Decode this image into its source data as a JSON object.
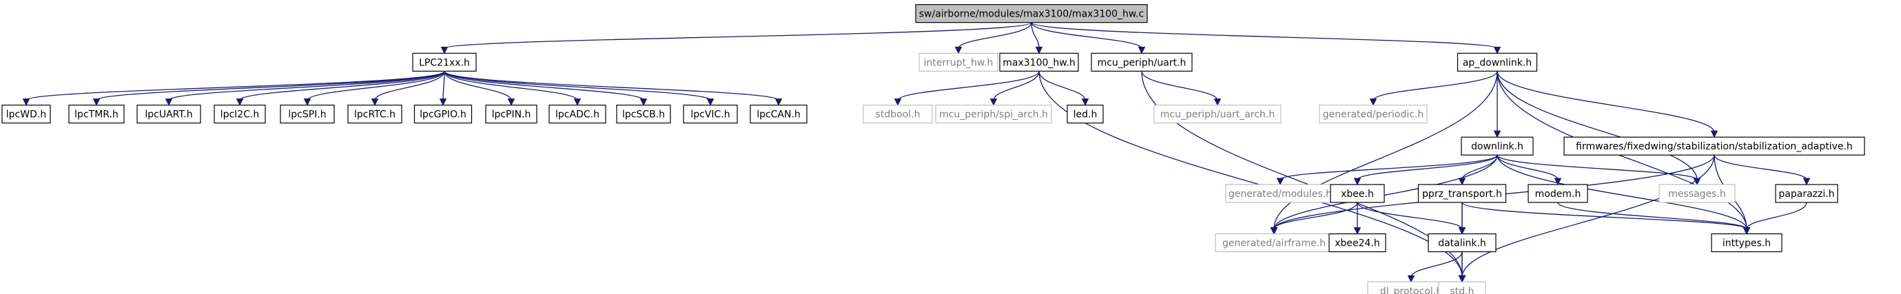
{
  "diagram": {
    "colors": {
      "edge": "#191970",
      "root_fill": "#bfbfbf",
      "node_border": "#000000",
      "external_border": "#bfbfbf",
      "external_text": "#7f7f7f"
    },
    "nodes": [
      {
        "id": "root",
        "label": "sw/airborne/modules/max3100/max3100_hw.c",
        "kind": "root"
      },
      {
        "id": "lpc21xx",
        "label": "LPC21xx.h",
        "kind": "file"
      },
      {
        "id": "interrupt_hw",
        "label": "interrupt_hw.h",
        "kind": "external"
      },
      {
        "id": "max3100_hw_h",
        "label": "max3100_hw.h",
        "kind": "file"
      },
      {
        "id": "uart_h",
        "label": "mcu_periph/uart.h",
        "kind": "file"
      },
      {
        "id": "ap_downlink",
        "label": "ap_downlink.h",
        "kind": "file"
      },
      {
        "id": "lpcWD",
        "label": "lpcWD.h",
        "kind": "file"
      },
      {
        "id": "lpcTMR",
        "label": "lpcTMR.h",
        "kind": "file"
      },
      {
        "id": "lpcUART",
        "label": "lpcUART.h",
        "kind": "file"
      },
      {
        "id": "lpcI2C",
        "label": "lpcI2C.h",
        "kind": "file"
      },
      {
        "id": "lpcSPI",
        "label": "lpcSPI.h",
        "kind": "file"
      },
      {
        "id": "lpcRTC",
        "label": "lpcRTC.h",
        "kind": "file"
      },
      {
        "id": "lpcGPIO",
        "label": "lpcGPIO.h",
        "kind": "file"
      },
      {
        "id": "lpcPIN",
        "label": "lpcPIN.h",
        "kind": "file"
      },
      {
        "id": "lpcADC",
        "label": "lpcADC.h",
        "kind": "file"
      },
      {
        "id": "lpcSCB",
        "label": "lpcSCB.h",
        "kind": "file"
      },
      {
        "id": "lpcVIC",
        "label": "lpcVIC.h",
        "kind": "file"
      },
      {
        "id": "lpcCAN",
        "label": "lpcCAN.h",
        "kind": "file"
      },
      {
        "id": "stdbool",
        "label": "stdbool.h",
        "kind": "external"
      },
      {
        "id": "spi_arch",
        "label": "mcu_periph/spi_arch.h",
        "kind": "external"
      },
      {
        "id": "led",
        "label": "led.h",
        "kind": "file"
      },
      {
        "id": "uart_arch",
        "label": "mcu_periph/uart_arch.h",
        "kind": "external"
      },
      {
        "id": "periodic",
        "label": "generated/periodic.h",
        "kind": "external"
      },
      {
        "id": "downlink",
        "label": "downlink.h",
        "kind": "file"
      },
      {
        "id": "stab_adaptive",
        "label": "firmwares/fixedwing/stabilization/stabilization_adaptive.h",
        "kind": "file"
      },
      {
        "id": "gen_modules",
        "label": "generated/modules.h",
        "kind": "external"
      },
      {
        "id": "xbee",
        "label": "xbee.h",
        "kind": "file"
      },
      {
        "id": "pprz_transport",
        "label": "pprz_transport.h",
        "kind": "file"
      },
      {
        "id": "modem",
        "label": "modem.h",
        "kind": "file"
      },
      {
        "id": "messages",
        "label": "messages.h",
        "kind": "external"
      },
      {
        "id": "paparazzi",
        "label": "paparazzi.h",
        "kind": "file"
      },
      {
        "id": "airframe",
        "label": "generated/airframe.h",
        "kind": "external"
      },
      {
        "id": "xbee24",
        "label": "xbee24.h",
        "kind": "file"
      },
      {
        "id": "datalink",
        "label": "datalink.h",
        "kind": "file"
      },
      {
        "id": "inttypes",
        "label": "inttypes.h",
        "kind": "file"
      },
      {
        "id": "dl_protocol",
        "label": "dl_protocol.h",
        "kind": "external"
      },
      {
        "id": "std",
        "label": "std.h",
        "kind": "external"
      }
    ],
    "edges": [
      [
        "root",
        "lpc21xx"
      ],
      [
        "root",
        "interrupt_hw"
      ],
      [
        "root",
        "max3100_hw_h"
      ],
      [
        "root",
        "uart_h"
      ],
      [
        "root",
        "ap_downlink"
      ],
      [
        "lpc21xx",
        "lpcWD"
      ],
      [
        "lpc21xx",
        "lpcTMR"
      ],
      [
        "lpc21xx",
        "lpcUART"
      ],
      [
        "lpc21xx",
        "lpcI2C"
      ],
      [
        "lpc21xx",
        "lpcSPI"
      ],
      [
        "lpc21xx",
        "lpcRTC"
      ],
      [
        "lpc21xx",
        "lpcGPIO"
      ],
      [
        "lpc21xx",
        "lpcPIN"
      ],
      [
        "lpc21xx",
        "lpcADC"
      ],
      [
        "lpc21xx",
        "lpcSCB"
      ],
      [
        "lpc21xx",
        "lpcVIC"
      ],
      [
        "lpc21xx",
        "lpcCAN"
      ],
      [
        "max3100_hw_h",
        "stdbool"
      ],
      [
        "max3100_hw_h",
        "spi_arch"
      ],
      [
        "max3100_hw_h",
        "led"
      ],
      [
        "max3100_hw_h",
        "std"
      ],
      [
        "uart_h",
        "uart_arch"
      ],
      [
        "uart_h",
        "std"
      ],
      [
        "ap_downlink",
        "periodic"
      ],
      [
        "ap_downlink",
        "downlink"
      ],
      [
        "ap_downlink",
        "stab_adaptive"
      ],
      [
        "ap_downlink",
        "messages"
      ],
      [
        "ap_downlink",
        "airframe"
      ],
      [
        "ap_downlink",
        "inttypes"
      ],
      [
        "downlink",
        "gen_modules"
      ],
      [
        "downlink",
        "xbee"
      ],
      [
        "downlink",
        "pprz_transport"
      ],
      [
        "downlink",
        "modem"
      ],
      [
        "downlink",
        "messages"
      ],
      [
        "downlink",
        "airframe"
      ],
      [
        "downlink",
        "inttypes"
      ],
      [
        "stab_adaptive",
        "paparazzi"
      ],
      [
        "stab_adaptive",
        "airframe"
      ],
      [
        "stab_adaptive",
        "inttypes"
      ],
      [
        "stab_adaptive",
        "std"
      ],
      [
        "xbee",
        "xbee24"
      ],
      [
        "xbee",
        "datalink"
      ],
      [
        "xbee",
        "airframe"
      ],
      [
        "pprz_transport",
        "datalink"
      ],
      [
        "pprz_transport",
        "inttypes"
      ],
      [
        "pprz_transport",
        "std"
      ],
      [
        "modem",
        "inttypes"
      ],
      [
        "paparazzi",
        "inttypes"
      ],
      [
        "datalink",
        "dl_protocol"
      ],
      [
        "datalink",
        "std"
      ]
    ]
  }
}
